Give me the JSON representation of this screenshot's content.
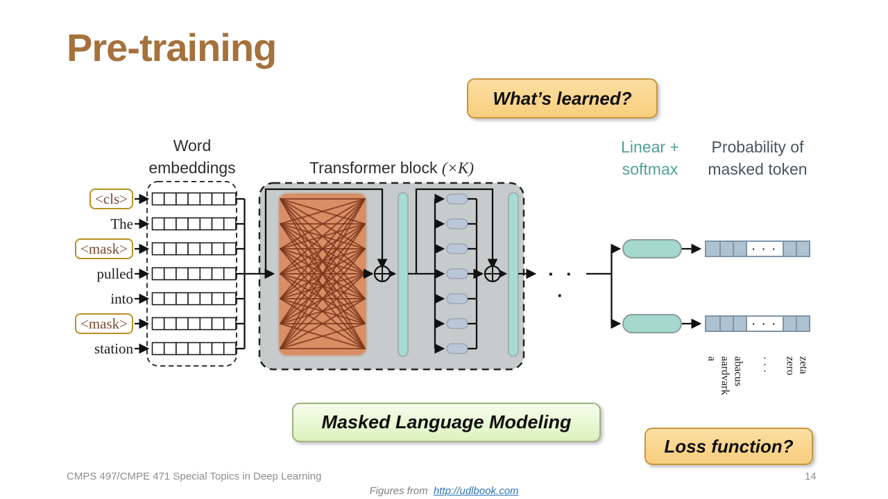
{
  "slide": {
    "title": "Pre-training",
    "footer": "CMPS 497/CMPE 471 Special Topics in Deep Learning",
    "page_number": "14",
    "credit_prefix": "Figures from",
    "credit_link": "http://udlbook.com"
  },
  "callouts": {
    "whats_learned": "What’s learned?",
    "masked_lm": "Masked Language Modeling",
    "loss_function": "Loss function?"
  },
  "diagram": {
    "word_embeddings_label": [
      "Word",
      "embeddings"
    ],
    "transformer_label": "Transformer block ",
    "transformer_label_math": "(×K)",
    "linear_softmax_label": [
      "Linear +",
      "softmax"
    ],
    "probability_label": [
      "Probability of",
      "masked token"
    ],
    "tokens": [
      {
        "label": "<cls>",
        "boxed": true
      },
      {
        "label": "The",
        "boxed": false
      },
      {
        "label": "<mask>",
        "boxed": true
      },
      {
        "label": "pulled",
        "boxed": false
      },
      {
        "label": "into",
        "boxed": false
      },
      {
        "label": "<mask>",
        "boxed": true
      },
      {
        "label": "station",
        "boxed": false
      }
    ],
    "ellipsis": "· · ·",
    "vocab_labels": [
      "a",
      "aardvark",
      "abacus",
      "· · ·",
      "zero",
      "zeta"
    ],
    "colors": {
      "title_brown": "#A5713C",
      "callout_orange_fill": "#FBD68F",
      "callout_green_fill": "#E9F7CF",
      "transformer_block_fill": "#C7CBCC",
      "attention_fill": "#D98E66",
      "attention_lines": "#7A3418",
      "layernorm_teal": "#A7DCD3",
      "mlp_pill_fill": "#BAC7D9",
      "vector_cell_fill": "#AFC2D1",
      "label_teal": "#4FA097",
      "label_slate": "#475663",
      "token_box_border": "#B8901F",
      "link_blue": "#2E74B5"
    }
  }
}
